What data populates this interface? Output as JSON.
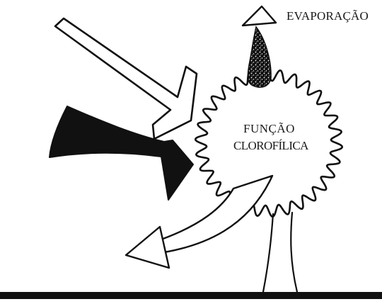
{
  "labels": {
    "evaporation": "EVAPORAÇÃO",
    "function_line1": "FUNÇÃO",
    "function_line2": "CLOROFÍLICA"
  },
  "colors": {
    "ink": "#111111",
    "background": "#ffffff"
  },
  "icons": [
    "incoming-light-arrow-icon",
    "incoming-heat-arrow-icon",
    "evaporation-arrow-icon",
    "reflected-arrow-icon",
    "tree-icon"
  ]
}
